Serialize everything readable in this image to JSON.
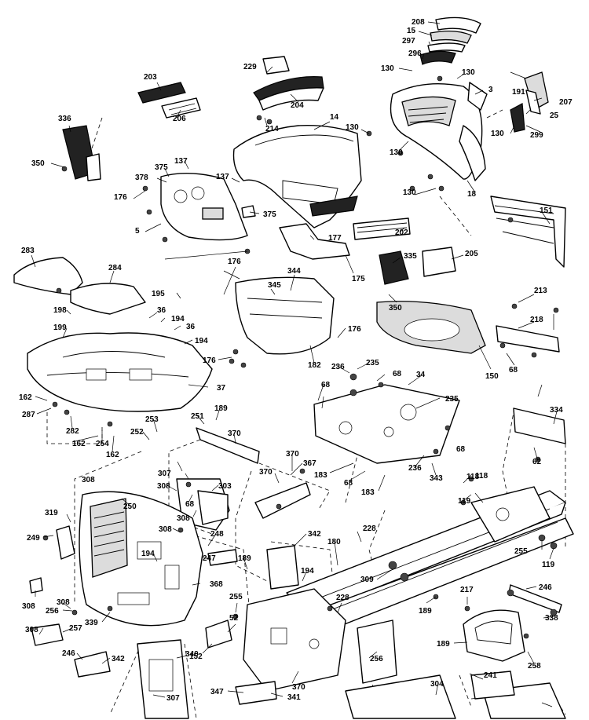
{
  "part_labels": [
    "208",
    "15",
    "297",
    "296",
    "130",
    "130",
    "3",
    "229",
    "203",
    "204",
    "214",
    "14",
    "130",
    "130",
    "191",
    "207",
    "25",
    "130",
    "299",
    "206",
    "336",
    "350",
    "137",
    "375",
    "137",
    "378",
    "176",
    "5",
    "375",
    "130",
    "18",
    "177",
    "202",
    "151",
    "283",
    "284",
    "176",
    "195",
    "344",
    "345",
    "335",
    "205",
    "175",
    "350",
    "213",
    "198",
    "36",
    "199",
    "194",
    "36",
    "194",
    "176",
    "176",
    "182",
    "218",
    "236",
    "235",
    "68",
    "34",
    "150",
    "68",
    "162",
    "287",
    "37",
    "282",
    "162",
    "254",
    "162",
    "253",
    "251",
    "189",
    "370",
    "252",
    "68",
    "235",
    "68",
    "308",
    "307",
    "303",
    "308",
    "68",
    "308",
    "370",
    "367",
    "370",
    "183",
    "68",
    "183",
    "236",
    "343",
    "118",
    "334",
    "62",
    "319",
    "250",
    "249",
    "308",
    "248",
    "247",
    "194",
    "189",
    "342",
    "228",
    "180",
    "119",
    "118",
    "119",
    "255",
    "194",
    "309",
    "368",
    "308",
    "308",
    "256",
    "255",
    "228",
    "189",
    "217",
    "246",
    "257",
    "308",
    "339",
    "52",
    "338",
    "340",
    "152",
    "189",
    "258",
    "246",
    "342",
    "256",
    "370",
    "304",
    "241",
    "347",
    "341",
    "307"
  ]
}
